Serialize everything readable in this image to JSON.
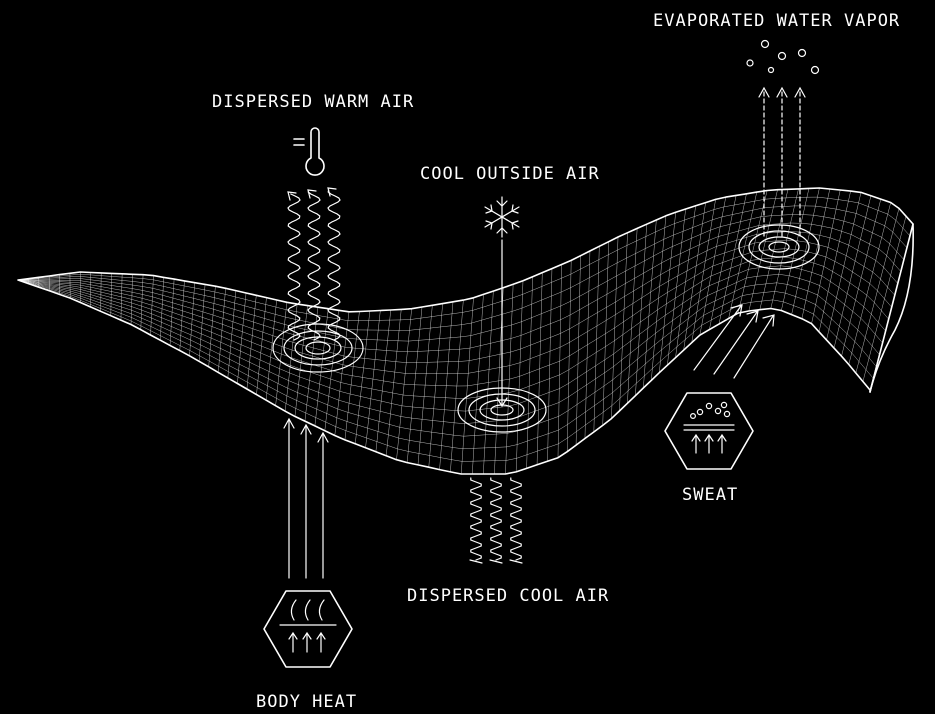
{
  "labels": {
    "evaporated_water_vapor": "EVAPORATED WATER VAPOR",
    "dispersed_warm_air": "DISPERSED WARM AIR",
    "cool_outside_air": "COOL OUTSIDE AIR",
    "sweat": "SWEAT",
    "dispersed_cool_air": "DISPERSED COOL AIR",
    "body_heat": "BODY HEAT"
  },
  "colors": {
    "background": "#000000",
    "foreground": "#ffffff"
  },
  "icons": [
    "thermometer-icon",
    "snowflake-icon",
    "sweat-droplets-icon",
    "body-heat-icon"
  ]
}
